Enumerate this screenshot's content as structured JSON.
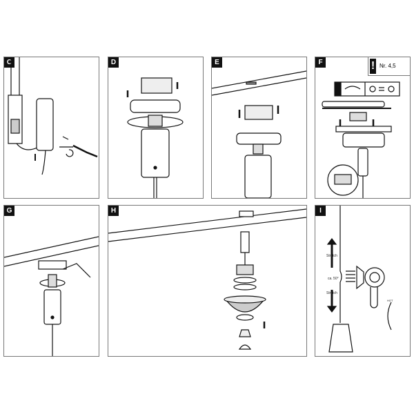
{
  "panels": {
    "c": {
      "label": "C"
    },
    "d": {
      "label": "D"
    },
    "e": {
      "label": "E"
    },
    "f": {
      "label": "F",
      "warning_mark": "!",
      "part_ref": "Nr. 4,5"
    },
    "g": {
      "label": "G"
    },
    "h": {
      "label": "H"
    },
    "i": {
      "label": "I",
      "stretch_top": "Stretch",
      "angle": "ca. 50°",
      "stretch_bottom": "Stretch",
      "dryer_setting": "HOT"
    }
  }
}
